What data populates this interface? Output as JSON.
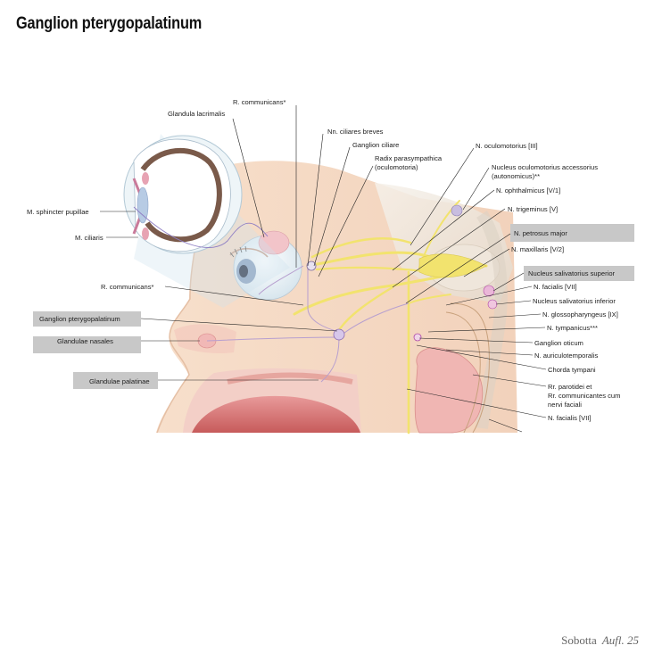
{
  "title": "Ganglion pterygopalatinum",
  "footer": {
    "brand": "Sobotta",
    "edition": "Aufl. 25"
  },
  "labels": {
    "r_communicans_top": "R. communicans*",
    "glandula_lacrimalis": "Glandula lacrimalis",
    "nn_ciliares_breves": "Nn. ciliares breves",
    "ganglion_ciliare": "Ganglion ciliare",
    "radix_parasympathica": "Radix parasympathica",
    "radix_parasympathica_2": "(oculomotoria)",
    "n_oculomotorius": "N. oculomotorius [III]",
    "nucleus_oculomotorius": "Nucleus oculomotorius accessorius",
    "nucleus_oculomotorius_2": "(autonomicus)**",
    "n_ophthalmicus": "N. ophthalmicus [V/1]",
    "n_trigeminus": "N. trigeminus [V]",
    "m_sphincter": "M. sphincter pupillae",
    "m_ciliaris": "M. ciliaris",
    "n_petrosus_major": "N. petrosus major",
    "n_maxillaris": "N. maxillaris [V/2]",
    "nucleus_salivatorius_superior": "Nucleus salivatorius superior",
    "r_communicans_mid": "R. communicans*",
    "n_facialis_top": "N. facialis [VII]",
    "nucleus_salivatorius_inferior": "Nucleus salivatorius inferior",
    "ganglion_pterygopalatinum": "Ganglion pterygopalatinum",
    "n_glossopharyngeus": "N. glossopharyngeus [IX]",
    "glandulae_nasales": "Glandulae nasales",
    "n_tympanicus": "N. tympanicus***",
    "ganglion_oticum": "Ganglion oticum",
    "n_auriculotemporalis": "N. auriculotemporalis",
    "glandulae_palatinae": "Glandulae palatinae",
    "chorda_tympani": "Chorda tympani",
    "rr_parotidei_1": "Rr. parotidei et",
    "rr_parotidei_2": "Rr. communicantes cum",
    "rr_parotidei_3": "nervi faciali",
    "n_facialis_bottom": "N. facialis [VII]"
  },
  "colors": {
    "nerve_yellow": "#f2e36e",
    "parasympathetic": "#b04aa8",
    "skin": "#f5dcc7",
    "highlight_box": "#c8c8c8"
  }
}
